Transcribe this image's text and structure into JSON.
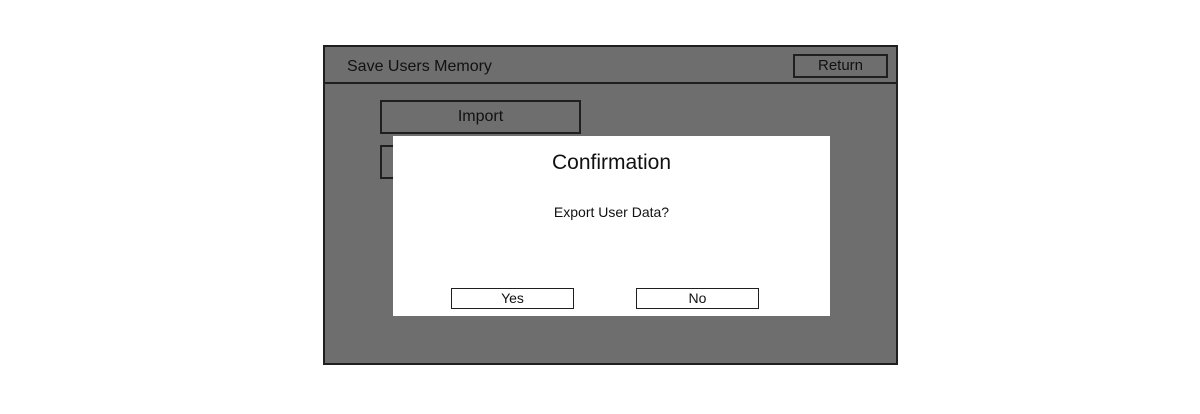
{
  "window": {
    "title": "Save Users Memory",
    "return_label": "Return",
    "import_label": "Import",
    "export_label": ""
  },
  "dialog": {
    "title": "Confirmation",
    "message": "Export User Data?",
    "yes_label": "Yes",
    "no_label": "No"
  },
  "colors": {
    "overlay_gray": "#6e6e6e",
    "border": "#1f1f1f",
    "dialog_bg": "#ffffff"
  }
}
